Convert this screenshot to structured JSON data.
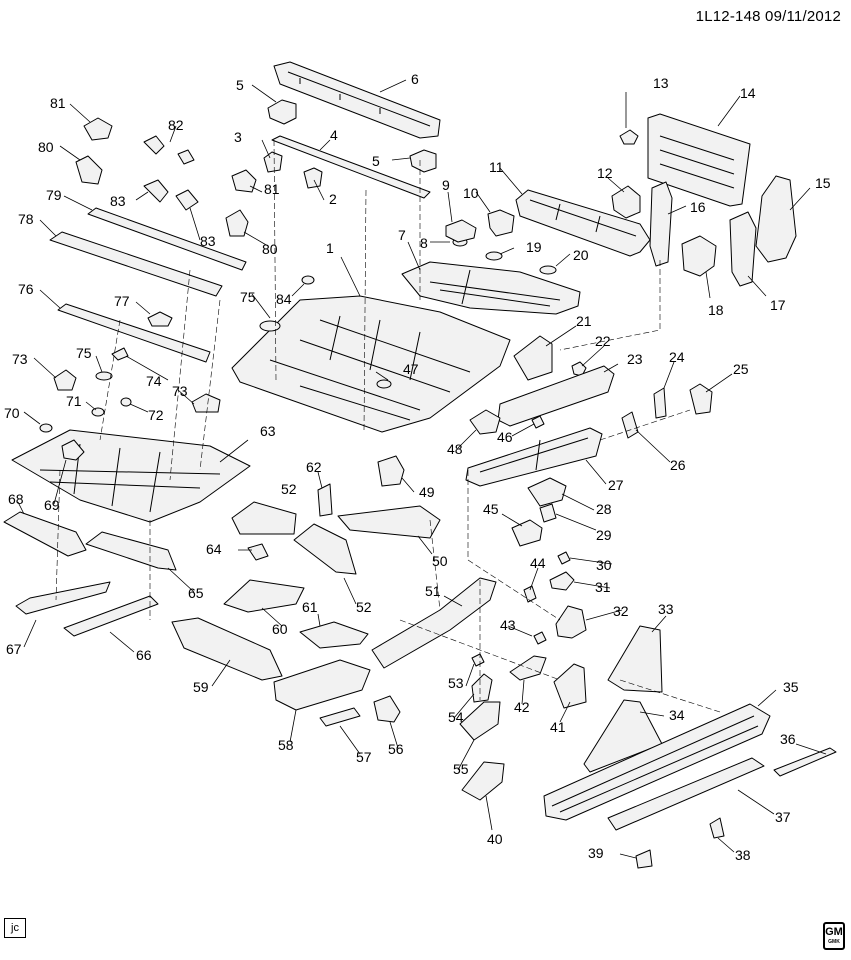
{
  "header": {
    "reference": "1L12-148  09/11/2012"
  },
  "footer": {
    "initials": "jc",
    "brand": "GM",
    "brand_sub": "GMK"
  },
  "callouts": [
    "1",
    "2",
    "3",
    "4",
    "5",
    "5",
    "6",
    "7",
    "8",
    "9",
    "10",
    "11",
    "12",
    "13",
    "14",
    "15",
    "16",
    "17",
    "18",
    "19",
    "20",
    "21",
    "22",
    "23",
    "24",
    "25",
    "26",
    "27",
    "28",
    "29",
    "30",
    "31",
    "32",
    "33",
    "34",
    "35",
    "36",
    "37",
    "38",
    "39",
    "40",
    "41",
    "42",
    "43",
    "44",
    "45",
    "46",
    "47",
    "48",
    "49",
    "50",
    "51",
    "52",
    "52",
    "53",
    "54",
    "55",
    "56",
    "57",
    "58",
    "59",
    "60",
    "61",
    "62",
    "63",
    "64",
    "65",
    "66",
    "67",
    "68",
    "69",
    "70",
    "71",
    "72",
    "73",
    "73",
    "74",
    "75",
    "75",
    "76",
    "77",
    "78",
    "79",
    "80",
    "80",
    "81",
    "81",
    "82",
    "83",
    "83",
    "84"
  ],
  "colors": {
    "line": "#000000",
    "part_fill": "#f2f2f2",
    "part_shade": "#d0d0d0"
  }
}
